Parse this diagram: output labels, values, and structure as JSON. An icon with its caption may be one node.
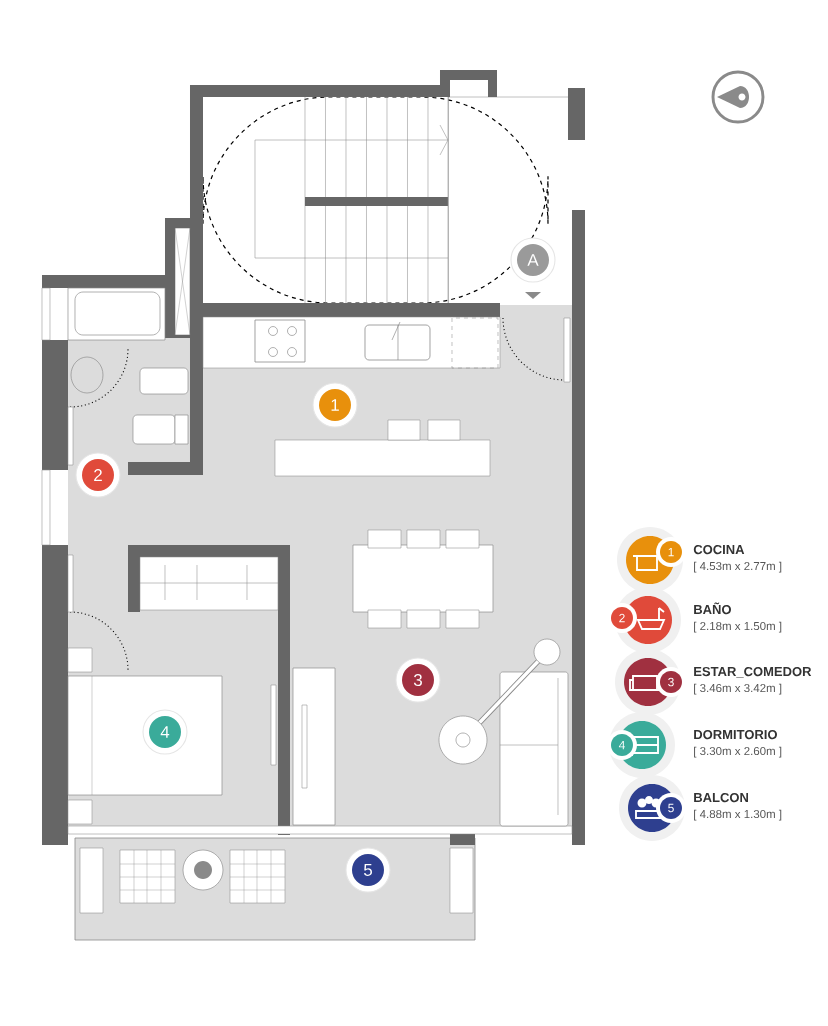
{
  "diagram": {
    "nodes": [
      {
        "text": [
          "1"
        ]
      },
      {
        "text": [
          "2"
        ]
      },
      {
        "text": [
          "3"
        ]
      },
      {
        "text": [
          "4"
        ]
      },
      {
        "text": [
          "5"
        ]
      },
      {
        "text": [
          "A"
        ]
      },
      {
        "text": [
          "1"
        ],
        "beside": [
          "COCINA",
          "[ 4.53m x 2.77m ]"
        ]
      },
      {
        "text": [
          "2"
        ],
        "beside": [
          "BAÑO",
          "[ 2.18m x 1.50m ]"
        ]
      },
      {
        "text": [
          "3"
        ],
        "beside": [
          "ESTAR_COMEDOR",
          "[ 3.46m x 3.42m ]"
        ]
      },
      {
        "text": [
          "4"
        ],
        "beside": [
          "DORMITORIO",
          "[ 3.30m x 2.60m ]"
        ]
      },
      {
        "text": [
          "5"
        ],
        "beside": [
          "BALCON",
          "[ 4.88m x 1.30m ]"
        ]
      }
    ]
  }
}
